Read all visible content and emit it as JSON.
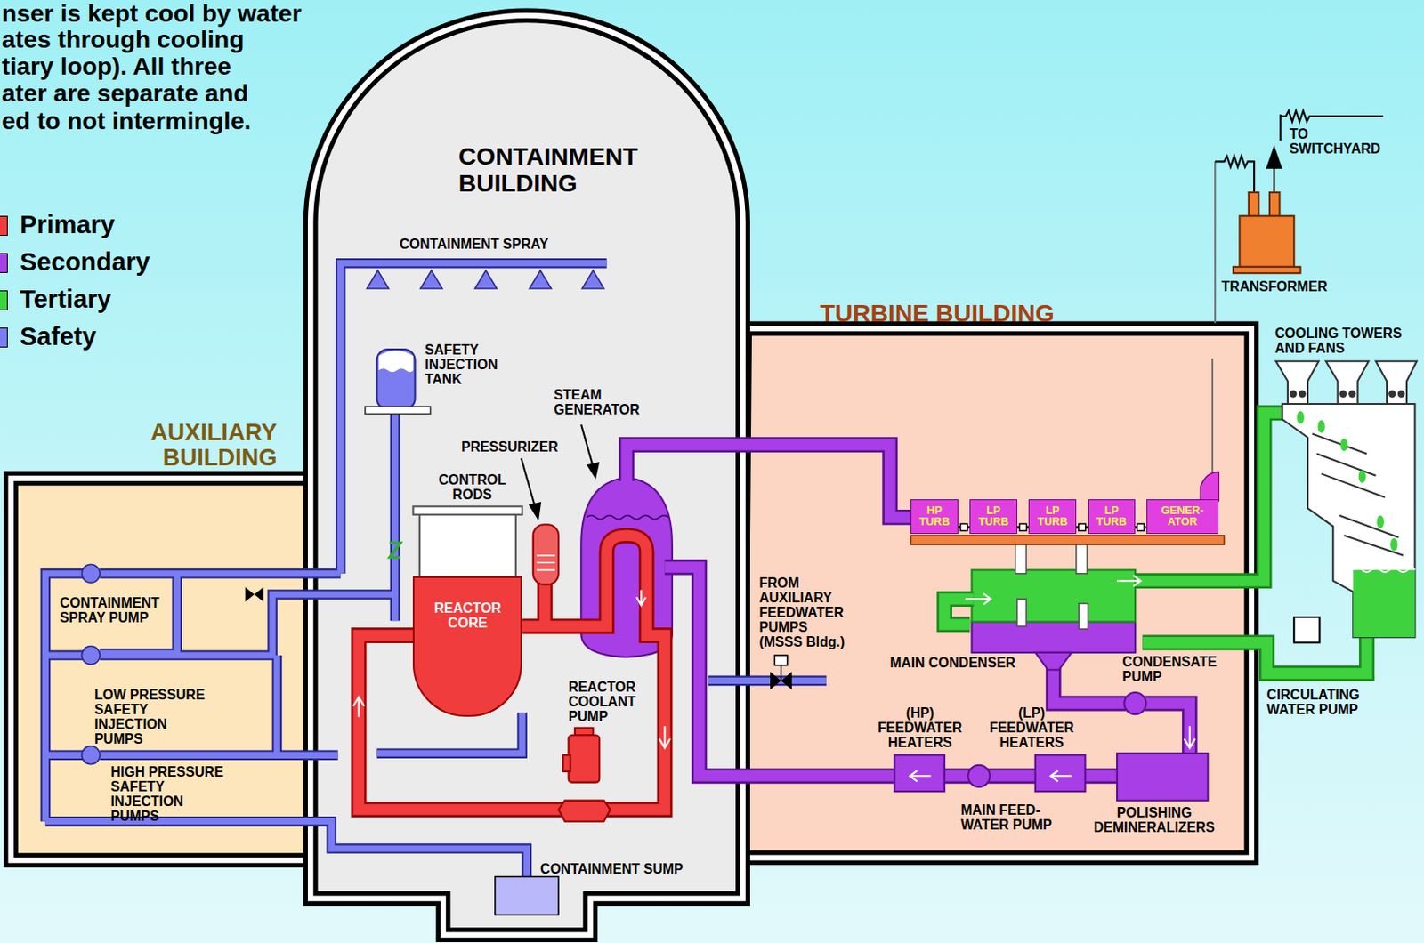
{
  "diagram": {
    "nodes": [
      {
        "text": [
          "CONTAINMENT BUILDING"
        ]
      },
      {
        "text": [
          "REACTOR CORE"
        ],
        "in": 0
      },
      {
        "text": [
          "AUXILIARY BUILDING"
        ]
      },
      {
        "text": [
          "TURBINE BUILDING"
        ]
      },
      {
        "text": [
          "HP TURB"
        ],
        "in": 3
      },
      {
        "text": [
          "LP TURB"
        ],
        "in": 3
      },
      {
        "text": [
          "LP TURB"
        ],
        "in": 3
      },
      {
        "text": [
          "LP TURB"
        ],
        "in": 3
      },
      {
        "text": [
          "GENER- ATOR"
        ],
        "in": 3
      }
    ],
    "edges": [
      {
        "from": 4,
        "to": 5,
        "arrow": "none"
      },
      {
        "from": 5,
        "to": 6,
        "arrow": "none"
      },
      {
        "from": 6,
        "to": 7,
        "arrow": "none"
      },
      {
        "from": 7,
        "to": 8,
        "arrow": "none"
      }
    ],
    "labels": [
      "nser is kept cool by water",
      "ates through cooling",
      "tiary loop).  All three",
      "ater are separate and",
      "ed to not intermingle.",
      "CONTAINMENT SPRAY",
      "SAFETY INJECTION TANK",
      "STEAM GENERATOR",
      "PRESSURIZER",
      "CONTROL RODS",
      "REACTOR COOLANT PUMP",
      "CONTAINMENT SPRAY PUMP",
      "LOW PRESSURE SAFETY INJECTION PUMPS",
      "HIGH PRESSURE SAFETY INJECTION PUMPS",
      "CONTAINMENT SUMP",
      "FROM AUXILIARY FEEDWATER PUMPS (MSSS Bldg.)",
      "MAIN CONDENSER",
      "CONDENSATE PUMP",
      "(HP) FEEDWATER HEATERS",
      "(LP) FEEDWATER HEATERS",
      "MAIN FEED- WATER PUMP",
      "POLISHING DEMINERALIZERS",
      "TO SWITCHYARD",
      "TRANSFORMER",
      "COOLING TOWERS AND FANS",
      "CIRCULATING WATER PUMP"
    ],
    "legend": [
      {
        "text": "Primary",
        "color": "#f03c3c"
      },
      {
        "text": "Secondary",
        "color": "#a83ee6"
      },
      {
        "text": "Tertiary",
        "color": "#3ed23e"
      },
      {
        "text": "Safety",
        "color": "#7a7cf0"
      }
    ]
  }
}
